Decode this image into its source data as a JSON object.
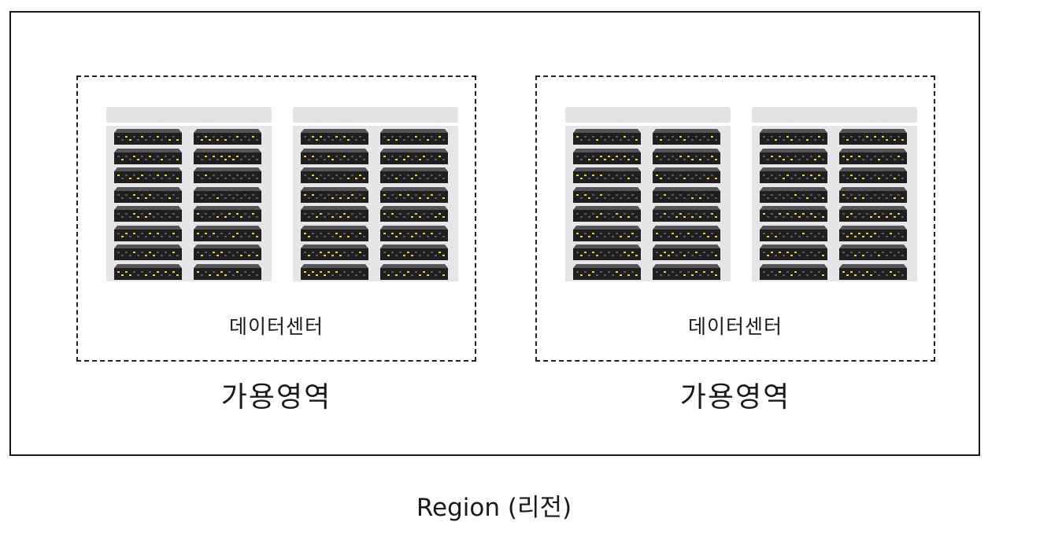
{
  "diagram": {
    "region_label": "Region (리전)",
    "availability_zones": [
      {
        "label": "가용영역",
        "datacenter_label": "데이터센터"
      },
      {
        "label": "가용영역",
        "datacenter_label": "데이터센터"
      }
    ]
  }
}
